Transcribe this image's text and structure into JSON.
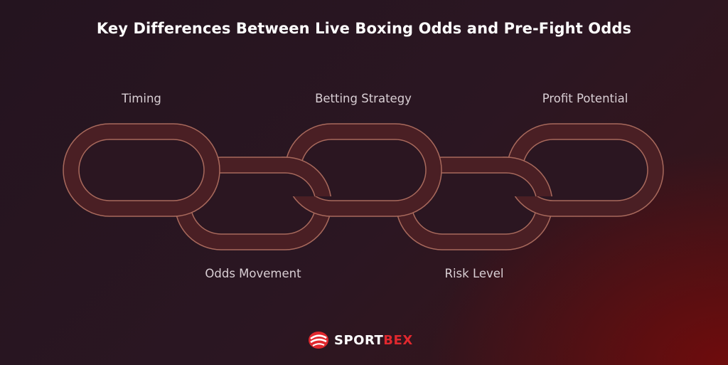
{
  "title": "Key Differences Between Live Boxing Odds and Pre-Fight Odds",
  "links": {
    "top": [
      "Timing",
      "Betting Strategy",
      "Profit Potential"
    ],
    "bottom": [
      "Odds Movement",
      "Risk Level"
    ]
  },
  "brand": {
    "name_part1": "SPORT",
    "name_part2": "BEX",
    "icon": "boxing-glove-icon"
  },
  "colors": {
    "link_fill": "#4a1f24",
    "link_stroke": "#a8695c",
    "accent": "#e0282e"
  }
}
